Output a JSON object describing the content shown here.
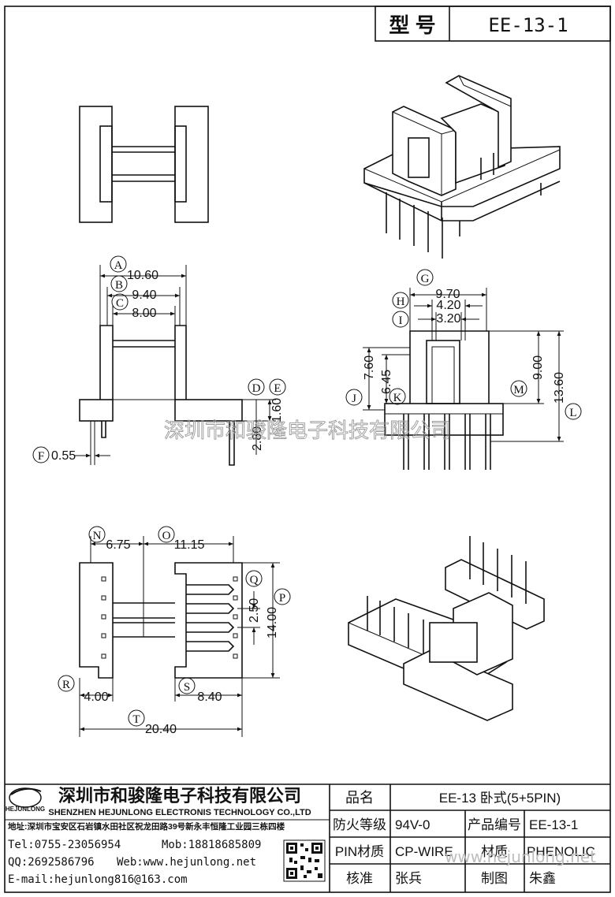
{
  "header": {
    "model_label": "型 号",
    "model_value": "EE-13-1"
  },
  "dimensions": {
    "A": {
      "letter": "A",
      "value": "10.60"
    },
    "B": {
      "letter": "B",
      "value": "9.40"
    },
    "C": {
      "letter": "C",
      "value": "8.00"
    },
    "D": {
      "letter": "D",
      "value": "2.80"
    },
    "E": {
      "letter": "E",
      "value": "1.60"
    },
    "F": {
      "letter": "F",
      "value": "0.55"
    },
    "G": {
      "letter": "G",
      "value": "9.70"
    },
    "H": {
      "letter": "H",
      "value": "4.20"
    },
    "I": {
      "letter": "I",
      "value": "3.20"
    },
    "J": {
      "letter": "J",
      "value": "7.60"
    },
    "K": {
      "letter": "K",
      "value": "6.45"
    },
    "L": {
      "letter": "L",
      "value": "13.60"
    },
    "M": {
      "letter": "M",
      "value": "9.00"
    },
    "N": {
      "letter": "N",
      "value": "6.75"
    },
    "O": {
      "letter": "O",
      "value": "11.15"
    },
    "P": {
      "letter": "P",
      "value": "14.00"
    },
    "Q": {
      "letter": "Q",
      "value": "2.50"
    },
    "R": {
      "letter": "R",
      "value": "4.00"
    },
    "S": {
      "letter": "S",
      "value": "8.40"
    },
    "T": {
      "letter": "T",
      "value": "20.40"
    }
  },
  "watermarks": {
    "center": "深圳市和骏隆电子科技有限公司",
    "footer": "www.hejunlong.net"
  },
  "company": {
    "logo_text": "HEJUNLONG",
    "name_cn": "深圳市和骏隆电子科技有限公司",
    "name_en": "SHENZHEN HEJUNLONG ELECTRONIS TECHNOLOGY CO.,LTD",
    "address": "地址:深圳市宝安区石岩镇水田社区祝龙田路39号新永丰恒隆工业园三栋四楼",
    "tel": "Tel:0755-23056954",
    "mob": "Mob:18818685809",
    "qq": "QQ:2692586796",
    "web": "Web:www.hejunlong.net",
    "email": "E-mail:hejunlong816@163.com"
  },
  "spec_table": {
    "product_name_label": "品名",
    "product_name_value": "EE-13 卧式(5+5PIN)",
    "flame_label": "防火等级",
    "flame_value": "94V-0",
    "code_label": "产品编号",
    "code_value": "EE-13-1",
    "pin_material_label": "PIN材质",
    "pin_material_value": "CP-WIRE",
    "material_label": "材质",
    "material_value": "PHENOLIC",
    "approve_label": "核准",
    "approve_value": "张兵",
    "draw_label": "制图",
    "draw_value": "朱鑫"
  }
}
